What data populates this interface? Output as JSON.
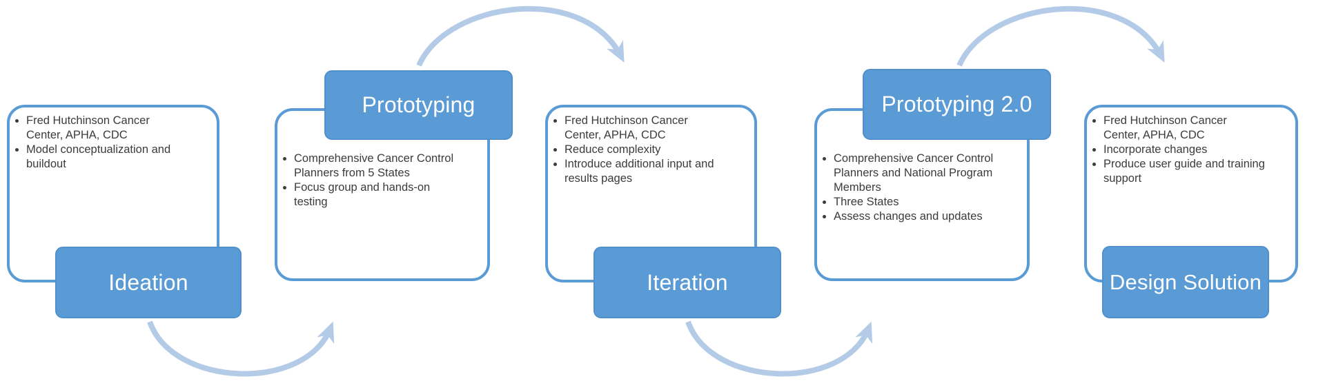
{
  "diagram": {
    "name": "Design process flow",
    "stages": [
      {
        "title": "Ideation",
        "title_position": "bottom",
        "bullets": [
          "Fred Hutchinson Cancer Center, APHA, CDC",
          "Model conceptualization and buildout"
        ]
      },
      {
        "title": "Prototyping",
        "title_position": "top",
        "bullets": [
          "Comprehensive Cancer Control Planners from 5 States",
          "Focus group and hands-on testing"
        ]
      },
      {
        "title": "Iteration",
        "title_position": "bottom",
        "bullets": [
          "Fred Hutchinson Cancer Center, APHA, CDC",
          "Reduce complexity",
          "Introduce additional input and results pages"
        ]
      },
      {
        "title": "Prototyping 2.0",
        "title_position": "top",
        "bullets": [
          "Comprehensive Cancer Control Planners and National Program Members",
          "Three States",
          "Assess changes and updates"
        ]
      },
      {
        "title": "Design Solution",
        "title_position": "bottom",
        "bullets": [
          "Fred Hutchinson Cancer Center, APHA, CDC",
          "Incorporate changes",
          "Produce user guide and training support"
        ]
      }
    ],
    "colors": {
      "stage_fill": "#5b9bd5",
      "panel_border": "#5b9bd5",
      "arrow": "#b4cbe8",
      "title_text": "#ffffff",
      "bullet_text": "#3b3b3b"
    }
  }
}
